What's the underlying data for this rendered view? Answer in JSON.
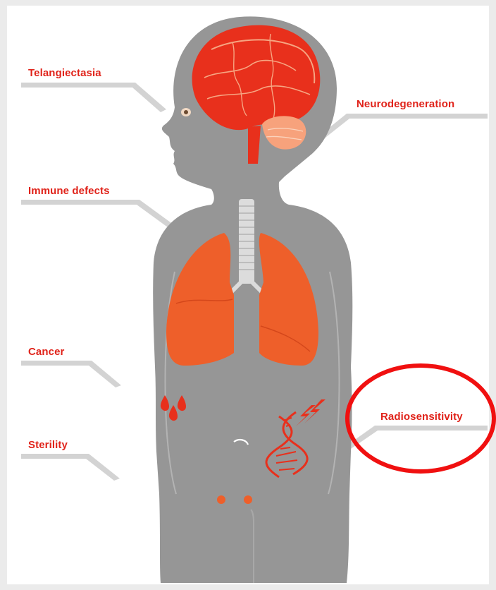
{
  "labels": {
    "telangiectasia": "Telangiectasia",
    "neurodegeneration": "Neurodegeneration",
    "immune_defects": "Immune defects",
    "cancer": "Cancer",
    "sterility": "Sterility",
    "radiosensitivity": "Radiosensitivity"
  },
  "colors": {
    "label_red": "#e0231a",
    "silhouette": "#969696",
    "lung": "#ee5f2a",
    "brain": "#e8301c",
    "cerebellum": "#f7a27c",
    "trachea": "#dcdcdc",
    "highlight_circle": "#f01010",
    "leader": "#d3d3d3"
  },
  "icons": {
    "blood_drops": "blood-drops-icon",
    "dna": "dna-icon",
    "lightning": "lightning-bolt-icon",
    "eye": "eye-icon",
    "navel": "navel-icon"
  }
}
